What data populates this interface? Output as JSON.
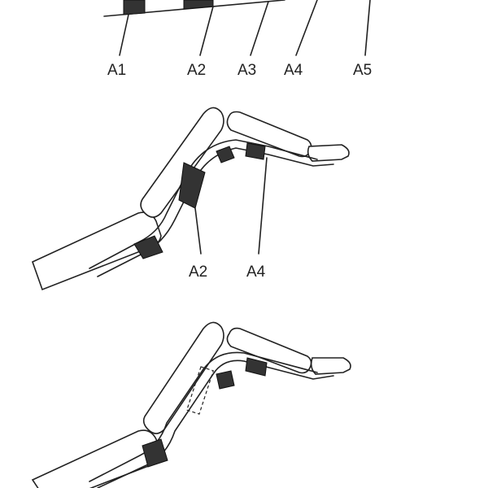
{
  "top_figure": {
    "labels": [
      "A1",
      "A2",
      "A3",
      "A4",
      "A5"
    ]
  },
  "middle_figure": {
    "labels": [
      "A2",
      "A4"
    ]
  },
  "bottom_figure": {
    "labels": []
  }
}
